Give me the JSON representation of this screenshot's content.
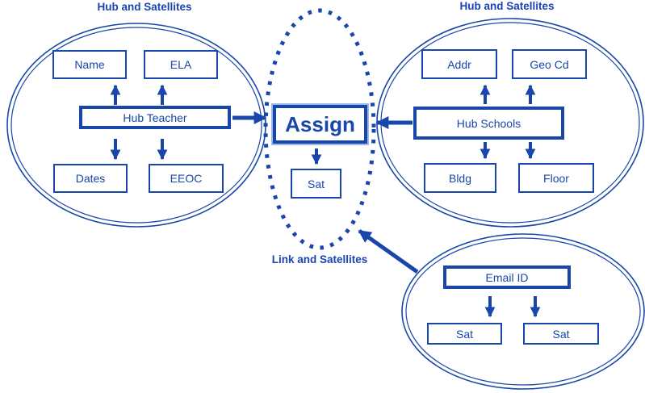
{
  "left_group": {
    "title": "Hub and Satellites",
    "hub": "Hub Teacher",
    "satellites": {
      "top_left": "Name",
      "top_right": "ELA",
      "bottom_left": "Dates",
      "bottom_right": "EEOC"
    }
  },
  "right_group": {
    "title": "Hub and Satellites",
    "hub": "Hub Schools",
    "satellites": {
      "top_left": "Addr",
      "top_right": "Geo Cd",
      "bottom_left": "Bldg",
      "bottom_right": "Floor"
    }
  },
  "link_group": {
    "title": "Link and Satellites",
    "link": "Assign",
    "satellite": "Sat"
  },
  "bottom_group": {
    "hub": "Email ID",
    "satellites": {
      "left": "Sat",
      "right": "Sat"
    }
  },
  "colors": {
    "primary_blue": "#1846AB",
    "title_blue": "#1A43B4",
    "assign_outline": "#9FB9E6",
    "background": "#FFFFFF"
  }
}
